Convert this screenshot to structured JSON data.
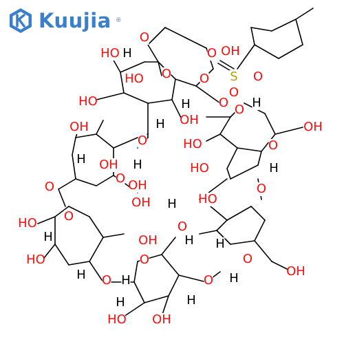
{
  "brand": {
    "name": "Kuujia",
    "registered": "®",
    "color": "#3a7fcb",
    "icon": "kuujia-hexagon-k-logo"
  },
  "molecule": {
    "colors": {
      "oxygen": "#ff0d0d",
      "sulfur": "#b8a000",
      "hydrogen": "#000000",
      "bond": "#000000"
    },
    "atom_labels": {
      "O": "O",
      "OH": "OH",
      "HO": "HO",
      "H": "H",
      "S": "S"
    }
  }
}
